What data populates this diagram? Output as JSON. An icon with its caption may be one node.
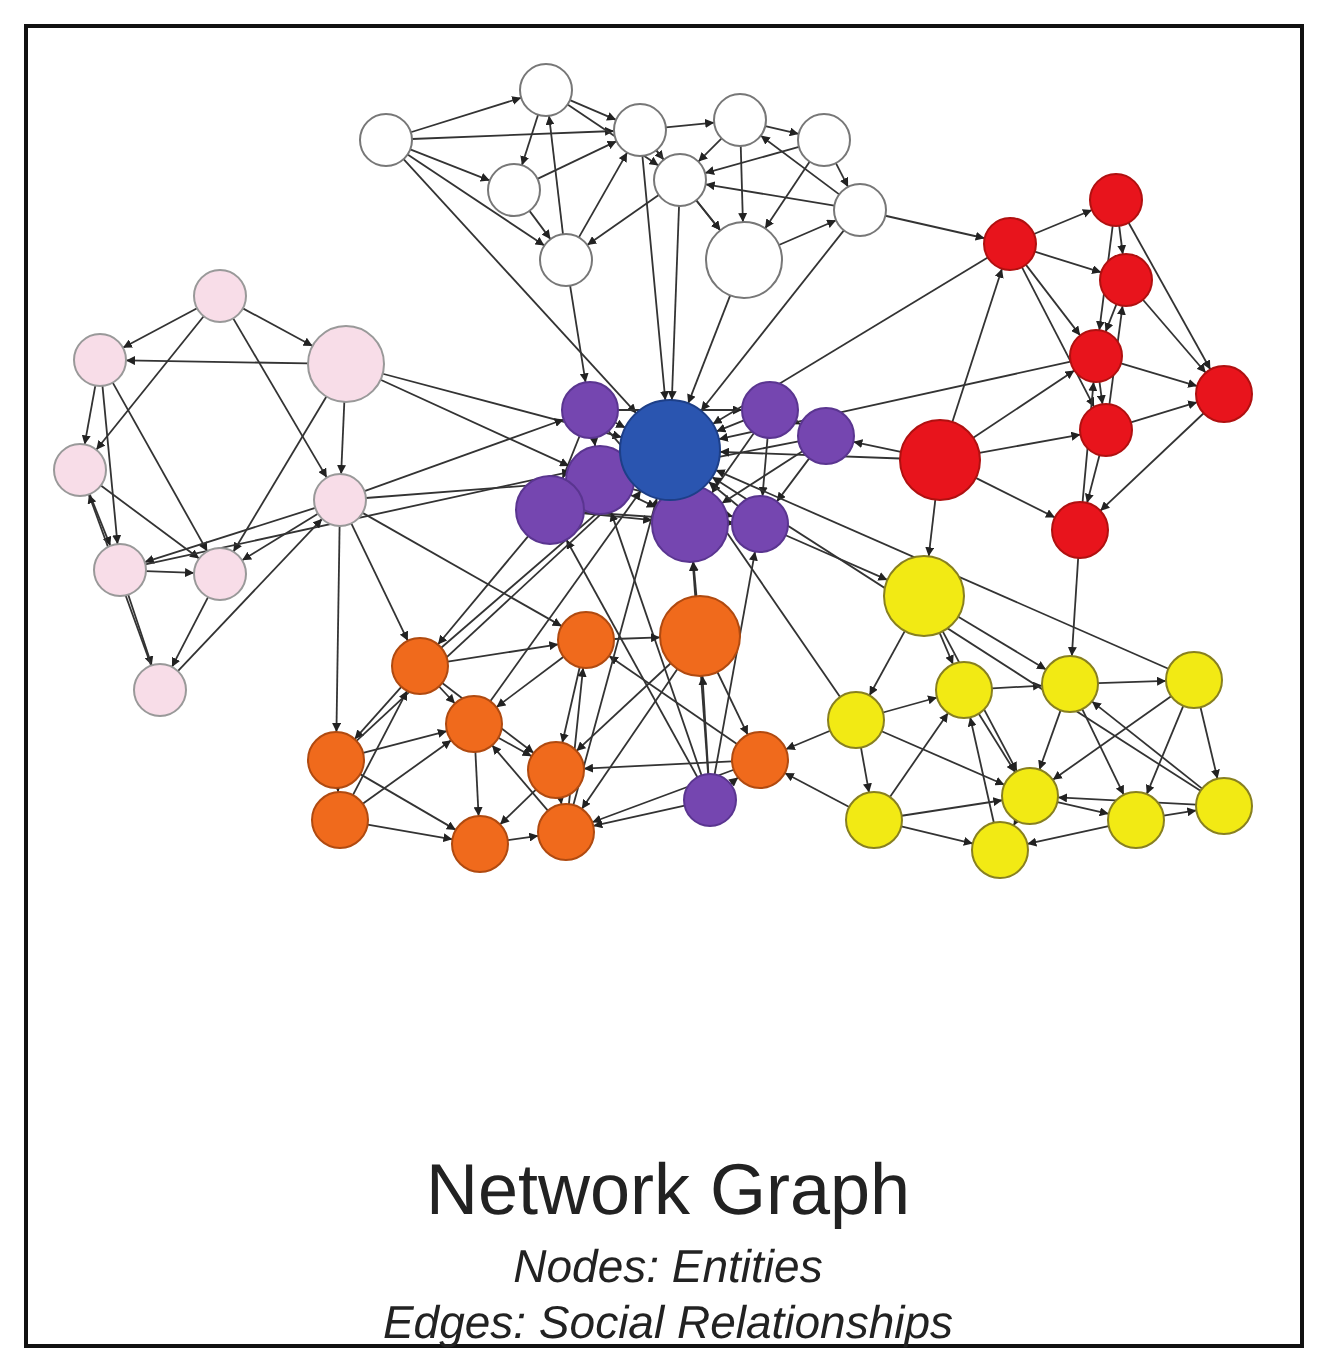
{
  "diagram": {
    "title": "Network Graph",
    "labels": [
      "Nodes: Entities",
      "Edges: Social Relationships"
    ]
  }
}
